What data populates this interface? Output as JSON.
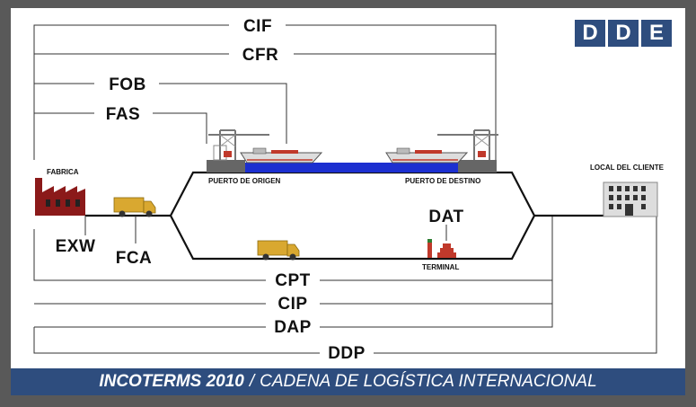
{
  "terms": {
    "cif": "CIF",
    "cfr": "CFR",
    "fob": "FOB",
    "fas": "FAS",
    "exw": "EXW",
    "fca": "FCA",
    "dat": "DAT",
    "cpt": "CPT",
    "cip": "CIP",
    "dap": "DAP",
    "ddp": "DDP"
  },
  "places": {
    "factory": "FABRICA",
    "origin_port": "PUERTO DE ORIGEN",
    "destination_port": "PUERTO DE DESTINO",
    "customer": "LOCAL DEL CLIENTE",
    "terminal": "TERMINAL"
  },
  "logo": {
    "letters": [
      "D",
      "D",
      "E"
    ]
  },
  "footer": {
    "strong": "INCOTERMS 2010",
    "separator": "/",
    "rest": "CADENA DE LOGÍSTICA INTERNACIONAL"
  },
  "colors": {
    "brand_blue": "#2e4d7e",
    "factory_red": "#8b1a1a",
    "truck_yellow": "#d9a830",
    "sea_blue": "#1c2fd0",
    "ship_red": "#c0392b"
  }
}
